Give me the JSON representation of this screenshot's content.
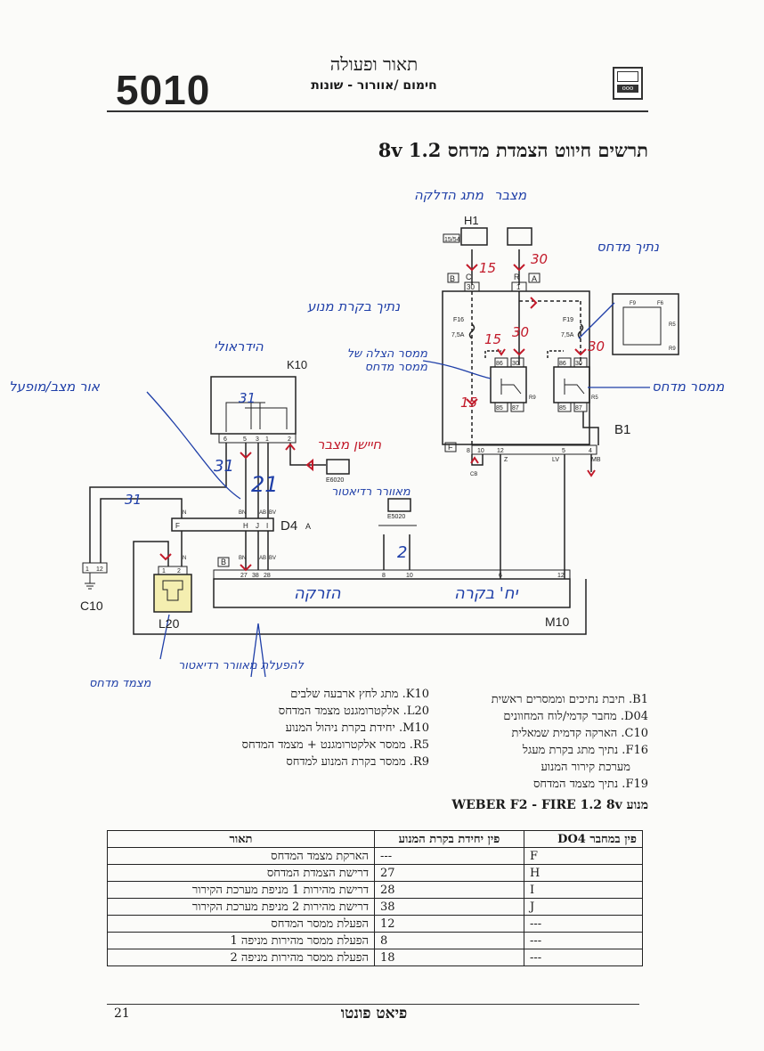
{
  "header": {
    "section_number": "5010",
    "title": "תאור ופעולה",
    "subtitle": "חימום /אוורור - שונות",
    "icon": "dashboard-panel-icon"
  },
  "section_title": "תרשים חיווט הצמדת מדחס 1.2 8v",
  "diagram": {
    "components": {
      "h1": "H1",
      "k10": "K10",
      "b1": "B1",
      "d4": "D4",
      "c10": "C10",
      "l20": "L20",
      "m10": "M10",
      "e6020": "E6020",
      "e5020": "E5020"
    },
    "connectors": {
      "a": "A",
      "b": "B",
      "f": "F",
      "b2": "B",
      "a2": "A"
    },
    "labels": {
      "h1_pin": "15/54",
      "b1_c": "C",
      "b1_r": "R",
      "pin30": "30",
      "pin1": "1",
      "f16": "F16",
      "f16_a": "7,5A",
      "f19": "F19",
      "f19_a": "7,5A",
      "r9": "R9",
      "r5": "R5",
      "p86a": "86",
      "p30a": "30",
      "p85a": "85",
      "p87a": "87",
      "p86b": "86",
      "p30b": "30",
      "p85b": "85",
      "p87b": "87",
      "b1p8": "8",
      "b1p10": "10",
      "b1p12": "12",
      "b1p5": "5",
      "b1p4": "4",
      "cb": "CB",
      "z": "Z",
      "lv": "LV",
      "mb": "MB",
      "k6": "6",
      "k5": "5",
      "k3": "3",
      "k1": "1",
      "k2": "2",
      "bn1": "BN",
      "ab1": "AB",
      "bv1": "BV",
      "n1": "N",
      "d4f": "F",
      "d4h": "H",
      "d4j": "J",
      "d4i": "I",
      "bn2": "BN",
      "ab2": "AB",
      "bv2": "BV",
      "n2": "N",
      "m27": "27",
      "m38": "38",
      "m28": "28",
      "m8": "8",
      "m10p": "10",
      "m6": "6",
      "m12": "12",
      "c1": "1",
      "c12": "12",
      "l1": "1",
      "l2": "2",
      "inset_f9": "F9",
      "inset_f6": "F6",
      "inset_r5": "R5",
      "inset_r9": "R9"
    },
    "handwritten": {
      "ignition": "מתג הדלקה",
      "battery": "מצבר",
      "fuse_comp": "נתיך מדחס",
      "fuse_engine": "נתיך בקרת מנוע",
      "relay_help": "ממסר הצלה של ממסר מדחס",
      "relay_comp": "ממסר מדחס",
      "k10_name": "הידראולי",
      "warn": "אור מצב/מופעל",
      "pressure": "מאוורר רדיאטור",
      "temp": "חיישן מצבר",
      "ecu": "הזרקה",
      "ecu2": "יח' בקרה",
      "fan_act": "להפעלת מאוורר רדיאטור",
      "comp_mag": "מצמד מדחס",
      "w15a": "15",
      "w30a": "30",
      "w15b": "15",
      "w30b": "30",
      "w30c": "30",
      "w15c": "15",
      "w31a": "31",
      "w31b": "31",
      "w31c": "31",
      "w21": "21",
      "w2": "2"
    }
  },
  "legend_right": [
    "B1. תיבת נתיכים וממסרים ראשית",
    "D04. מחבר קדמי/לוח המחוונים",
    "C10. הארקה קדמית שמאלית",
    "F16. נתיך מתג בקרת מעגל",
    "מערכת קירור המנוע",
    "F19. נתיך מצמד המדחס"
  ],
  "legend_left": [
    "K10. מתג לחץ ארבעה שלבים",
    "L20. אלקטרומגנט מצמד המדחס",
    "M10. יחידת בקרת ניהול המנוע",
    "R5. ממסר אלקטרומגנט + מצמד המדחס",
    "R9. ממסר בקרת המנוע למדחס"
  ],
  "engine_heading": "מנוע WEBER F2 - FIRE 1.2 8v",
  "table": {
    "headers": [
      "פין במחבר DO4",
      "פין יחידת בקרת המנוע",
      "תאור"
    ],
    "rows": [
      [
        "F",
        "---",
        "הארקת מצמד המדחס"
      ],
      [
        "H",
        "27",
        "דרישת הצמדת המדחס"
      ],
      [
        "I",
        "28",
        "דרישת מהירות 1 מניפת מערכת הקירור"
      ],
      [
        "J",
        "38",
        "דרישת מהירות 2 מניפת מערכת הקירור"
      ],
      [
        "---",
        "12",
        "הפעלת ממסר המדחס"
      ],
      [
        "---",
        "8",
        "הפעלת ממסר מהירות מניפה 1"
      ],
      [
        "---",
        "18",
        "הפעלת ממסר מהירות מניפה 2"
      ]
    ]
  },
  "footer": {
    "page": "21",
    "title": "פיאט פונטו"
  },
  "colors": {
    "ink": "#1a1a1a",
    "pen_blue": "#1f3fa8",
    "pen_red": "#c21a2a",
    "highlight": "#f4eeb0"
  }
}
